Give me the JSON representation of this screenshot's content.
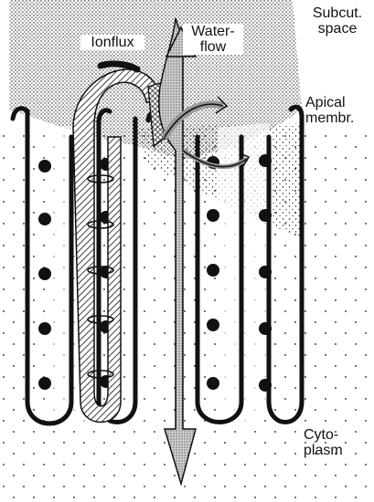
{
  "labels": {
    "subcut_space": "Subcut.\nspace",
    "ionflux": "Ionflux",
    "waterflow": "Water-\nflow",
    "apical_membr": "Apical\nmembr.",
    "cytoplasm": "Cyto-\nplasm"
  },
  "colors": {
    "ink": "#111111",
    "paper": "#ffffff"
  }
}
